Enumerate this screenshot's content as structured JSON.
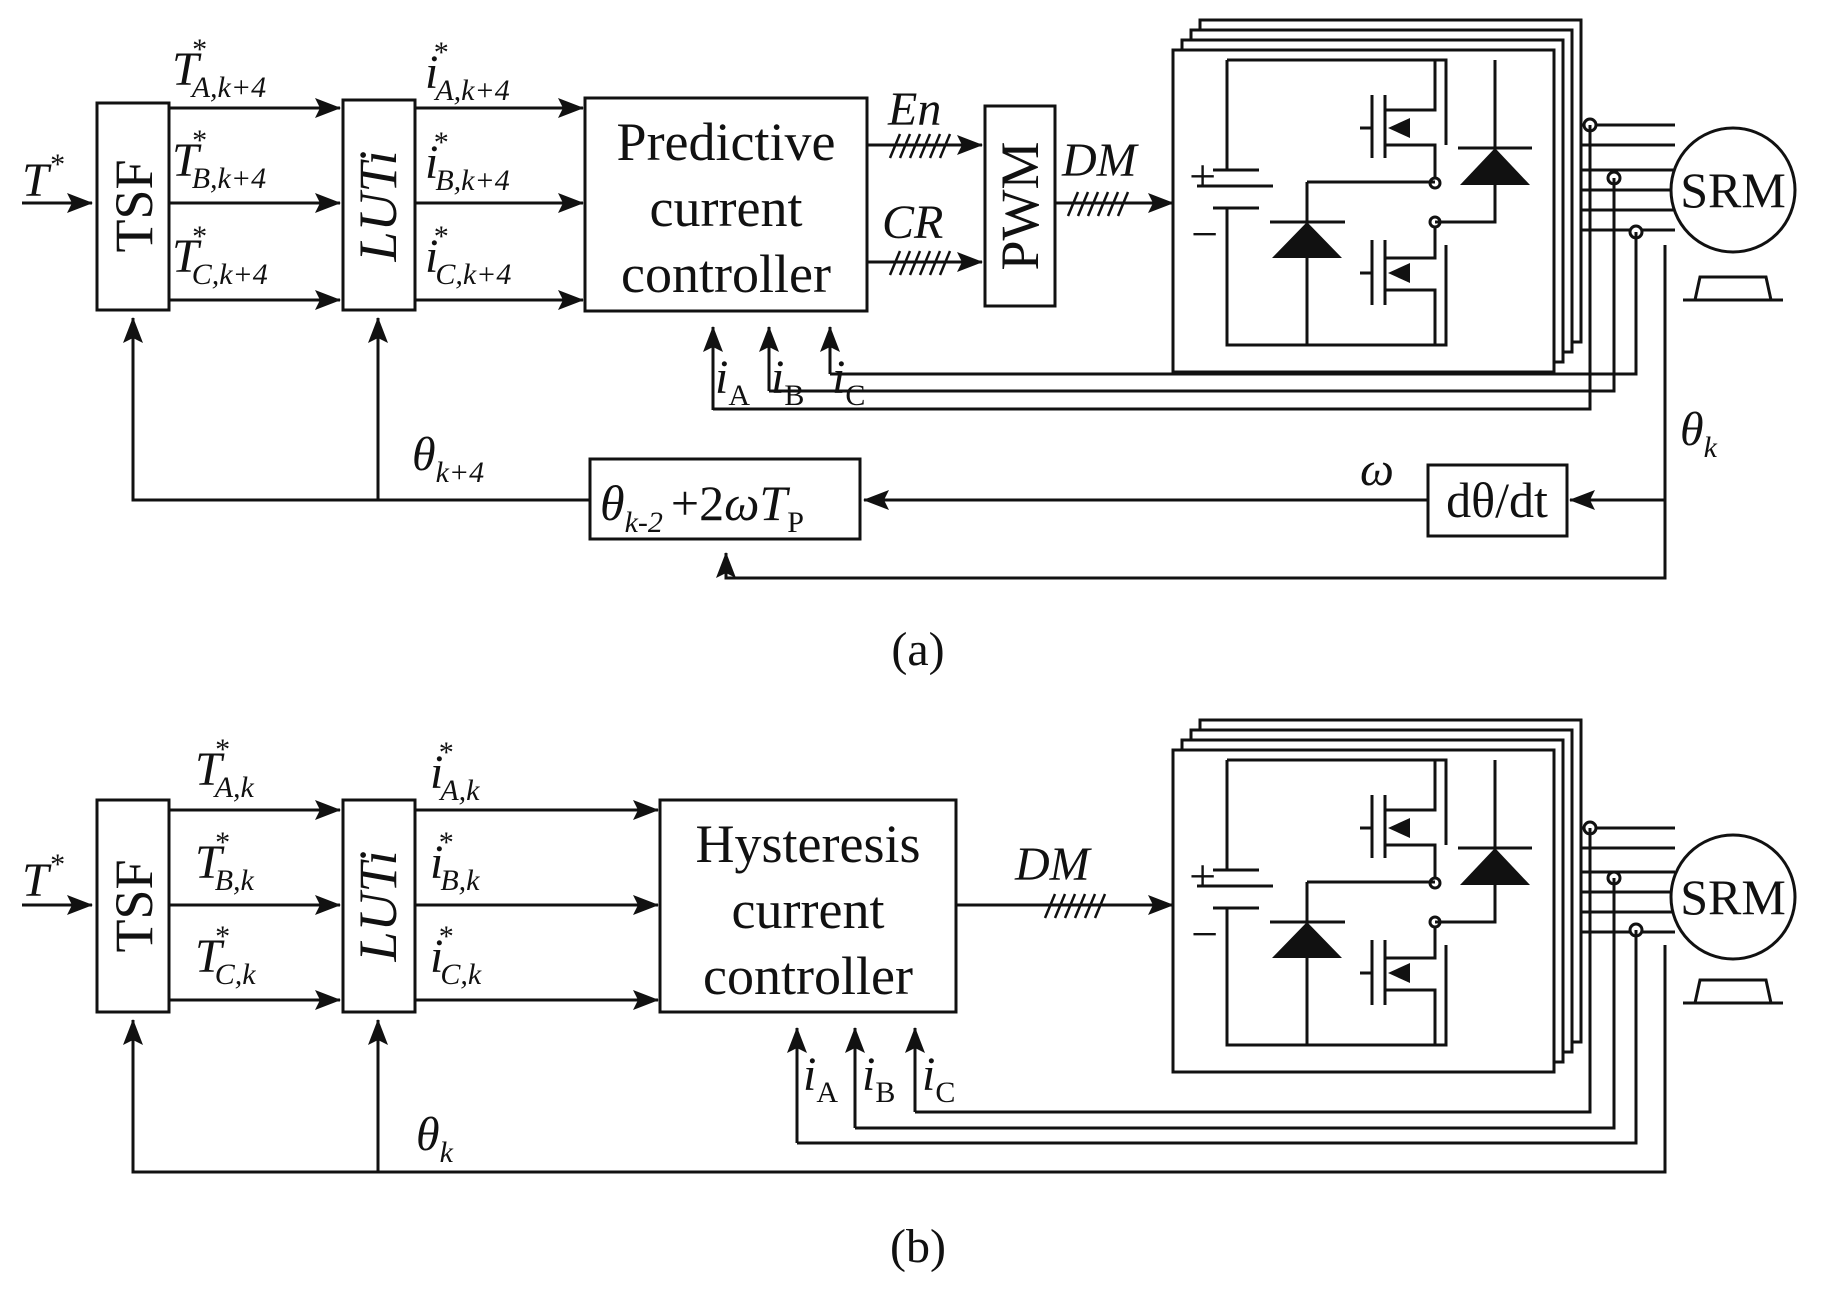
{
  "panels": [
    {
      "caption": "(a)",
      "input": {
        "symbol": "T",
        "sup": "*"
      },
      "tsf_label": "TSF",
      "lut_label": "LUTi",
      "torque_refs": [
        {
          "symbol": "T",
          "sup": "*",
          "sub": "A,k+4"
        },
        {
          "symbol": "T",
          "sup": "*",
          "sub": "B,k+4"
        },
        {
          "symbol": "T",
          "sup": "*",
          "sub": "C,k+4"
        }
      ],
      "current_refs": [
        {
          "symbol": "i",
          "sup": "*",
          "sub": "A,k+4"
        },
        {
          "symbol": "i",
          "sup": "*",
          "sub": "B,k+4"
        },
        {
          "symbol": "i",
          "sup": "*",
          "sub": "C,k+4"
        }
      ],
      "controller_lines": [
        "Predictive",
        "current",
        "controller"
      ],
      "en_label": "En",
      "cr_label": "CR",
      "pwm_label": "PWM",
      "dm_label": "DM",
      "motor_label": "SRM",
      "feedback_currents": [
        {
          "symbol": "i",
          "sub": "A"
        },
        {
          "symbol": "i",
          "sub": "B"
        },
        {
          "symbol": "i",
          "sub": "C"
        }
      ],
      "theta_pred": {
        "symbol": "θ",
        "sub": "k+4"
      },
      "theta_meas": {
        "symbol": "θ",
        "sub": "k"
      },
      "omega": "ω",
      "derivative_label": "dθ/dt",
      "predictor": {
        "theta": "θ",
        "theta_sub": "k-2",
        "expr": "+2",
        "omega": "ω",
        "t": "T",
        "t_sub": "P"
      },
      "plus": "+",
      "minus": "−"
    },
    {
      "caption": "(b)",
      "input": {
        "symbol": "T",
        "sup": "*"
      },
      "tsf_label": "TSF",
      "lut_label": "LUTi",
      "torque_refs": [
        {
          "symbol": "T",
          "sup": "*",
          "sub": "A,k"
        },
        {
          "symbol": "T",
          "sup": "*",
          "sub": "B,k"
        },
        {
          "symbol": "T",
          "sup": "*",
          "sub": "C,k"
        }
      ],
      "current_refs": [
        {
          "symbol": "i",
          "sup": "*",
          "sub": "A,k"
        },
        {
          "symbol": "i",
          "sup": "*",
          "sub": "B,k"
        },
        {
          "symbol": "i",
          "sup": "*",
          "sub": "C,k"
        }
      ],
      "controller_lines": [
        "Hysteresis",
        "current",
        "controller"
      ],
      "dm_label": "DM",
      "motor_label": "SRM",
      "feedback_currents": [
        {
          "symbol": "i",
          "sub": "A"
        },
        {
          "symbol": "i",
          "sub": "B"
        },
        {
          "symbol": "i",
          "sub": "C"
        }
      ],
      "theta_meas": {
        "symbol": "θ",
        "sub": "k"
      },
      "plus": "+",
      "minus": "−"
    }
  ]
}
